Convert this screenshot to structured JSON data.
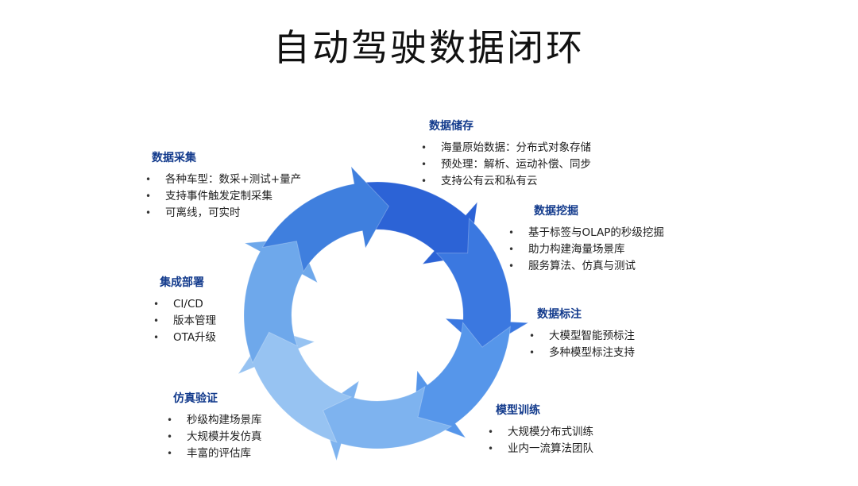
{
  "title": "自动驾驶数据闭环",
  "cycle": {
    "arrow_colors": [
      "#2c63d6",
      "#3b78e0",
      "#5696ea",
      "#7eb3ef",
      "#97c3f2",
      "#6ea8eb",
      "#3f7fde"
    ]
  },
  "blocks": {
    "collect": {
      "title": "数据采集",
      "items": [
        "各种车型：数采+测试+量产",
        "支持事件触发定制采集",
        "可离线，可实时"
      ]
    },
    "storage": {
      "title": "数据储存",
      "items": [
        "海量原始数据：分布式对象存储",
        "预处理：解析、运动补偿、同步",
        "支持公有云和私有云"
      ]
    },
    "mining": {
      "title": "数据挖掘",
      "items": [
        "基于标签与OLAP的秒级挖掘",
        "助力构建海量场景库",
        "服务算法、仿真与测试"
      ]
    },
    "label": {
      "title": "数据标注",
      "items": [
        "大模型智能预标注",
        "多种模型标注支持"
      ]
    },
    "train": {
      "title": "模型训练",
      "items": [
        "大规模分布式训练",
        "业内一流算法团队"
      ]
    },
    "sim": {
      "title": "仿真验证",
      "items": [
        "秒级构建场景库",
        "大规模并发仿真",
        "丰富的评估库"
      ]
    },
    "deploy": {
      "title": "集成部署",
      "items": [
        "CI/CD",
        "版本管理",
        "OTA升级"
      ]
    }
  }
}
